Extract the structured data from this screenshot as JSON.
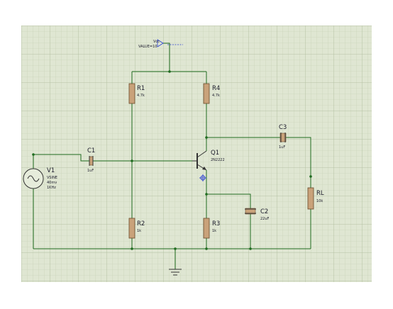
{
  "vcc": {
    "name": "Vcc",
    "value": "VALUE=10"
  },
  "components": {
    "r1": {
      "name": "R1",
      "value": "4.7k"
    },
    "r4": {
      "name": "R4",
      "value": "4.7k"
    },
    "r2": {
      "name": "R2",
      "value": "1k"
    },
    "r3": {
      "name": "R3",
      "value": "1k"
    },
    "rl": {
      "name": "RL",
      "value": "10k"
    },
    "c1": {
      "name": "C1",
      "value": "1uF"
    },
    "c2": {
      "name": "C2",
      "value": "22uF"
    },
    "c3": {
      "name": "C3",
      "value": "1uF"
    },
    "q1": {
      "name": "Q1",
      "value": "2N2222"
    },
    "v1": {
      "name": "V1",
      "type": "VSINE",
      "amplitude": "40mv",
      "frequency": "1KHz"
    }
  },
  "colors": {
    "background": "#dfe6d2",
    "grid_minor": "#c4cfb3",
    "grid_major": "#aebb9b",
    "wire": "#1f6b1f",
    "body": "#c9a27a",
    "body_stroke": "#6a4a2a",
    "label": "#1a1a2a",
    "probe": "#2a3fd0"
  }
}
